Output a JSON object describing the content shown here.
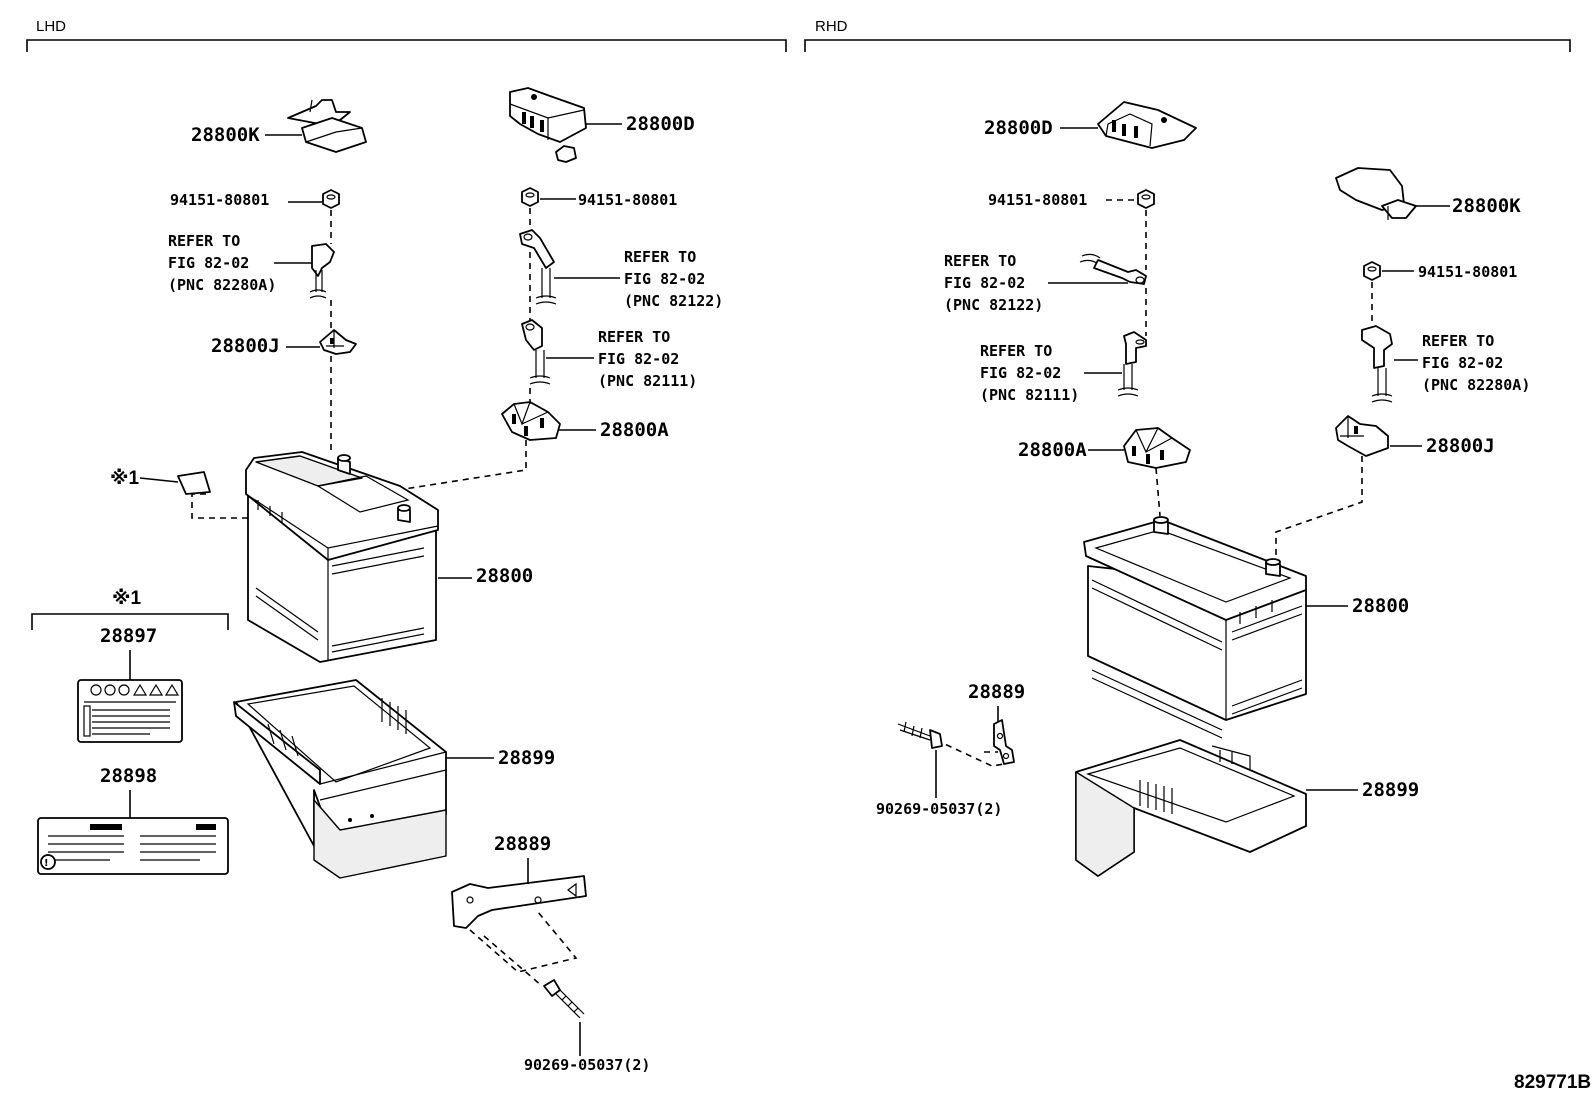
{
  "sections": {
    "lhd": "LHD",
    "rhd": "RHD"
  },
  "diagram_id": "829771B",
  "lhd": {
    "cover_k": "28800K",
    "cover_d": "28800D",
    "nut_left": "94151-80801",
    "nut_right": "94151-80801",
    "ref_a": {
      "line1": "REFER TO",
      "line2": "FIG 82-02",
      "line3": "(PNC 82280A)"
    },
    "ref_b": {
      "line1": "REFER TO",
      "line2": "FIG 82-02",
      "line3": "(PNC 82122)"
    },
    "ref_c": {
      "line1": "REFER TO",
      "line2": "FIG 82-02",
      "line3": "(PNC 82111)"
    },
    "clamp_j": "28800J",
    "clamp_a": "28800A",
    "note_mark": "※1",
    "battery": "28800",
    "tray": "28899",
    "bracket": "28889",
    "bolt": "90269-05037(2)",
    "labels_box": {
      "mark": "※1",
      "label1": "28897",
      "label2": "28898"
    }
  },
  "rhd": {
    "cover_d": "28800D",
    "cover_k": "28800K",
    "nut_left": "94151-80801",
    "nut_right": "94151-80801",
    "ref_b": {
      "line1": "REFER TO",
      "line2": "FIG 82-02",
      "line3": "(PNC 82122)"
    },
    "ref_c": {
      "line1": "REFER TO",
      "line2": "FIG 82-02",
      "line3": "(PNC 82111)"
    },
    "ref_a": {
      "line1": "REFER TO",
      "line2": "FIG 82-02",
      "line3": "(PNC 82280A)"
    },
    "clamp_a": "28800A",
    "clamp_j": "28800J",
    "battery": "28800",
    "bracket": "28889",
    "bolt": "90269-05037(2)",
    "tray": "28899"
  }
}
